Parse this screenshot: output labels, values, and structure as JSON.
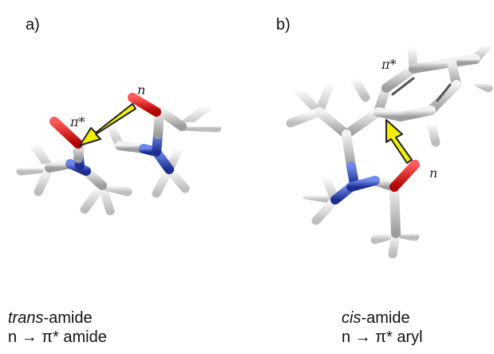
{
  "panels": {
    "a": {
      "label": "a)",
      "lone_pair_label": "n",
      "acceptor_label": "π*",
      "caption_line1_italic": "trans",
      "caption_line1_rest": "-amide",
      "caption_line2": "n → π* amide"
    },
    "b": {
      "label": "b)",
      "lone_pair_label": "n",
      "acceptor_label": "π*",
      "caption_line1_italic": "cis",
      "caption_line1_rest": "-amide",
      "caption_line2": "n → π* aryl"
    }
  },
  "colors": {
    "carbon": "#c9c9c9",
    "hydrogen": "#eeeeee",
    "oxygen": "#e01b1b",
    "nitrogen": "#2f4fc7",
    "arrow_fill": "#f0f000",
    "arrow_outline": "#222222"
  }
}
